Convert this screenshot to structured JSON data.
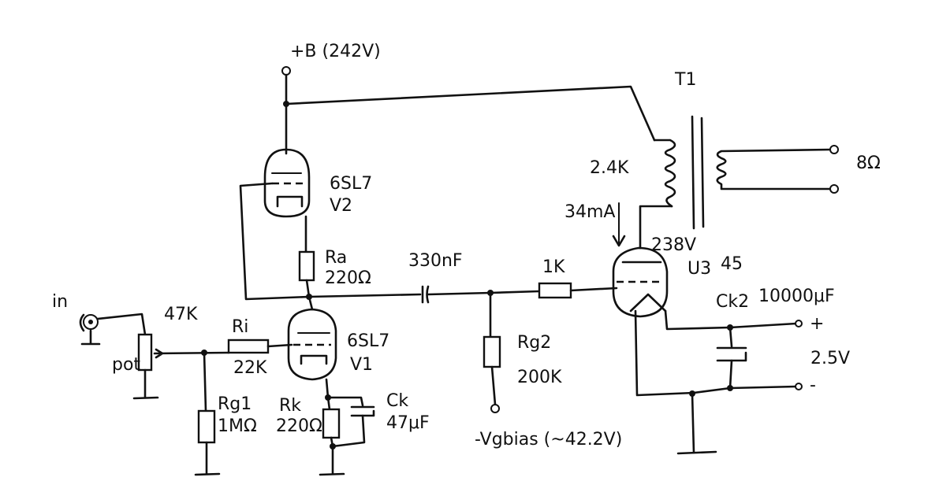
{
  "supply": {
    "label": "+B (242V)"
  },
  "input": {
    "label": "in"
  },
  "pot": {
    "label": "pot",
    "value": "47K"
  },
  "ri": {
    "name": "Ri",
    "value": "22K"
  },
  "rg1": {
    "name": "Rg1",
    "value": "1MΩ"
  },
  "v1": {
    "type": "6SL7",
    "name": "V1"
  },
  "rk": {
    "name": "Rk",
    "value": "220Ω"
  },
  "ck": {
    "name": "Ck",
    "value": "47μF"
  },
  "v2": {
    "type": "6SL7",
    "name": "V2"
  },
  "ra": {
    "name": "Ra",
    "value": "220Ω"
  },
  "cap": {
    "value": "330nF"
  },
  "rg2": {
    "name": "Rg2",
    "value": "200K"
  },
  "bias": {
    "label": "-Vgbias (~42.2V)"
  },
  "r1k": {
    "value": "1K"
  },
  "v3": {
    "name": "U3",
    "type": "45",
    "plate_voltage": "238V"
  },
  "transformer": {
    "name": "T1",
    "primary": "2.4K",
    "current": "34mA",
    "load": "8Ω"
  },
  "ck2": {
    "name": "Ck2",
    "value": "10000μF"
  },
  "filament": {
    "voltage": "2.5V",
    "plus": "+",
    "minus": "-"
  }
}
